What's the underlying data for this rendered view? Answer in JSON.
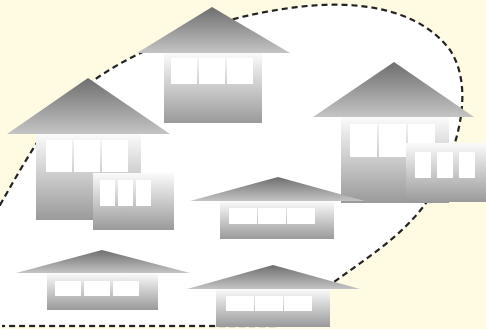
{
  "scene": {
    "background_color": "#fffbe3",
    "region_fill_color": "#ffffff",
    "region_border_color": "#222222",
    "region_border_style": "dashed",
    "roof_color_light": "#c4c4c4",
    "roof_color_dark": "#6e6e6e",
    "wall_color_light": "#fbfbfb",
    "wall_color_dark": "#9a9a9a",
    "window_color": "#ffffff",
    "houses": [
      {
        "name": "house-top-center",
        "windows": 3
      },
      {
        "name": "house-left",
        "windows": 3,
        "annex_windows": 3
      },
      {
        "name": "house-right",
        "windows": 3,
        "annex_windows": 3
      },
      {
        "name": "house-center-low",
        "windows": 3
      },
      {
        "name": "house-bottom-left",
        "windows": 3
      },
      {
        "name": "house-bottom-center",
        "windows": 3
      }
    ]
  }
}
